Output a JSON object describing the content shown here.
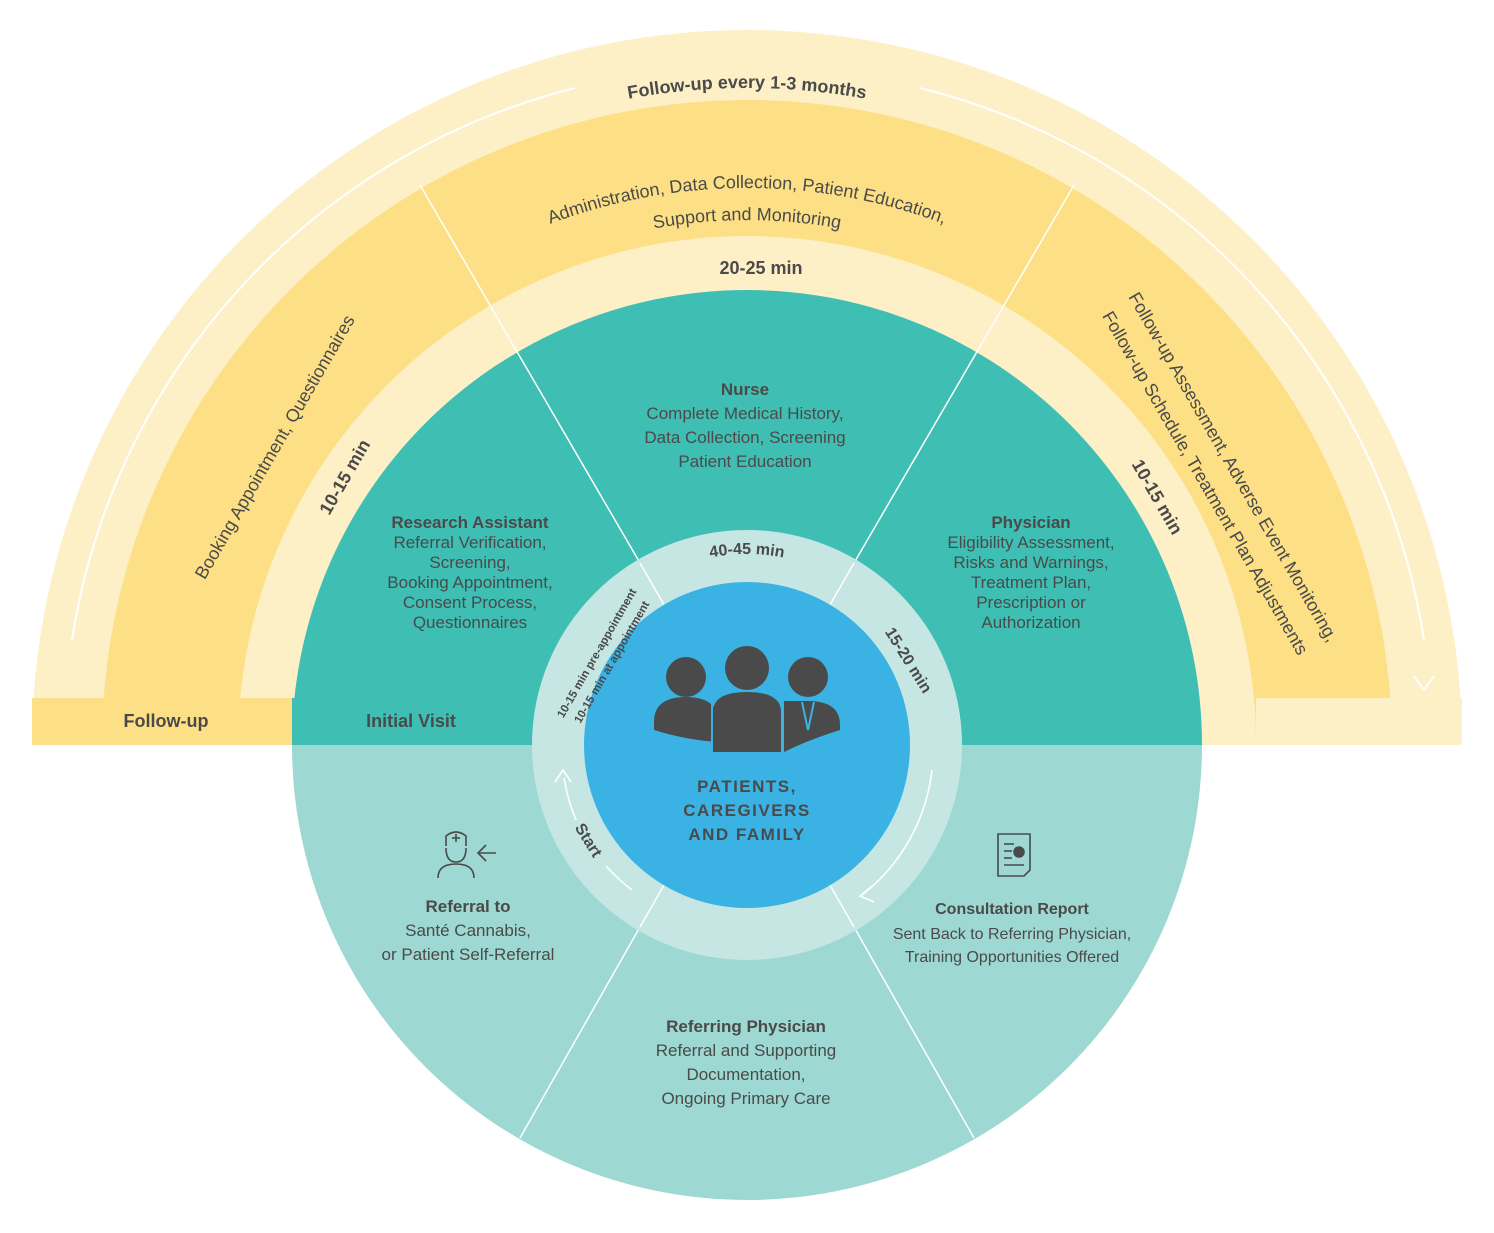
{
  "colors": {
    "outer_band": "#fdefc6",
    "mid_band": "#fde086",
    "teal": "#3fbfb4",
    "light_teal": "#9ed8d2",
    "inner_ring": "#c6e6e3",
    "center": "#3bb2e4",
    "text": "#4a4a4a",
    "white": "#ffffff"
  },
  "outer_arc_label": "Follow-up every 1-3 months",
  "admin_label_line1": "Administration, Data Collection, Patient Education,",
  "admin_label_line2": "Support and Monitoring",
  "left_band_label": "Booking Appointment, Questionnaires",
  "right_band_line1": "Follow-up Assessment, Adverse Event Monitoring,",
  "right_band_line2": "Follow-up Schedule, Treatment Plan Adjustments",
  "time_left": "10-15 min",
  "time_top": "20-25 min",
  "time_right": "10-15 min",
  "legend": {
    "follow_up": "Follow-up",
    "initial_visit": "Initial Visit"
  },
  "sectors": {
    "research_assistant": {
      "title": "Research Assistant",
      "lines": [
        "Referral Verification,",
        "Screening,",
        "Booking Appointment,",
        "Consent Process,",
        "Questionnaires"
      ]
    },
    "nurse": {
      "title": "Nurse",
      "lines": [
        "Complete Medical History,",
        "Data Collection, Screening",
        "Patient Education"
      ]
    },
    "physician": {
      "title": "Physician",
      "lines": [
        "Eligibility Assessment,",
        "Risks and Warnings,",
        "Treatment Plan,",
        "Prescription or",
        "Authorization"
      ]
    },
    "referral": {
      "title": "Referral to",
      "lines": [
        "Santé Cannabis,",
        "or Patient Self-Referral"
      ]
    },
    "referring_physician": {
      "title": "Referring Physician",
      "lines": [
        "Referral and Supporting",
        "Documentation,",
        "Ongoing Primary Care"
      ]
    },
    "consultation": {
      "title": "Consultation Report",
      "lines": [
        "Sent Back to Referring Physician,",
        "Training Opportunities Offered"
      ]
    }
  },
  "inner_ring": {
    "top": "40-45 min",
    "right": "15-20 min",
    "left_line1": "10-15 min pre-appointment",
    "left_line2": "10-15 min at appointment",
    "start": "Start"
  },
  "center": {
    "line1": "PATIENTS,",
    "line2": "CAREGIVERS",
    "line3": "AND FAMILY"
  },
  "icons": [
    "people-group-icon",
    "nurse-referral-icon",
    "report-document-icon"
  ]
}
